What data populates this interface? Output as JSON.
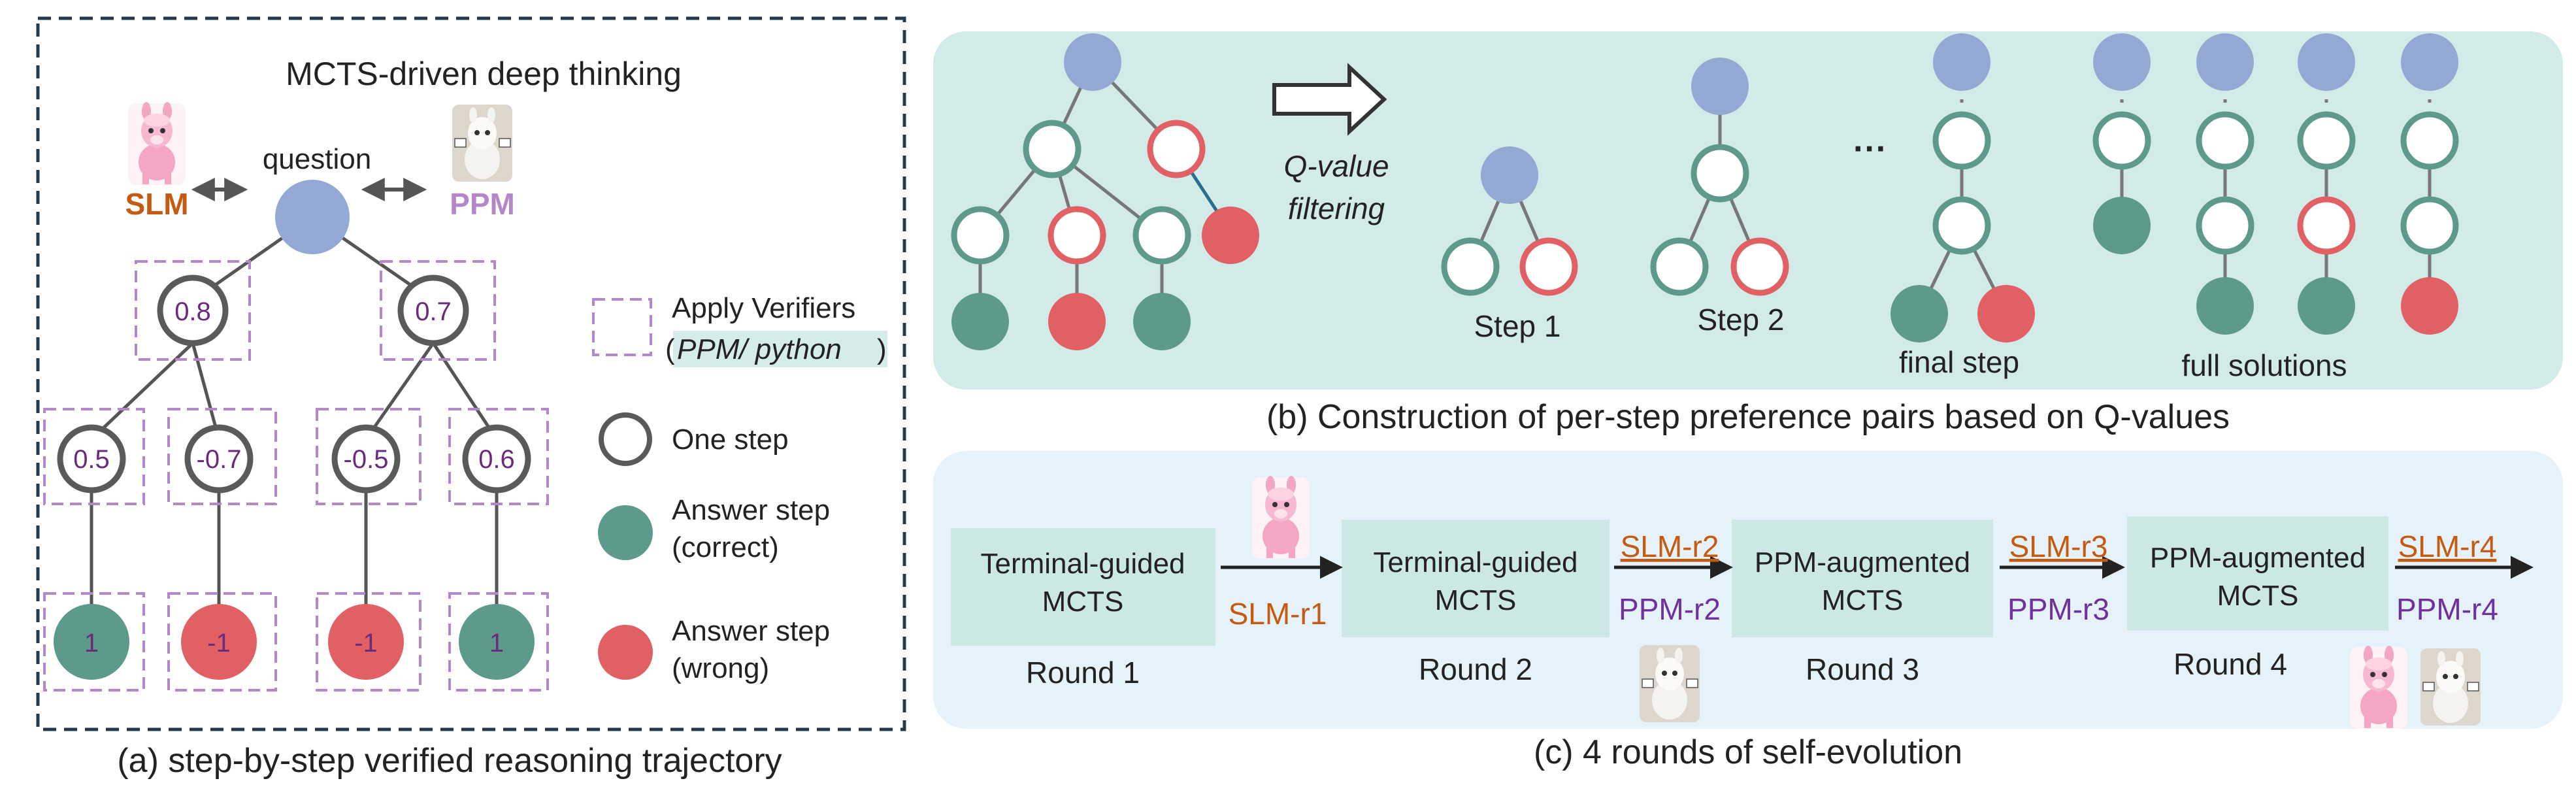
{
  "colors": {
    "root": "#93a9d3",
    "good": "#5e9a8c",
    "bad": "#e06064",
    "step_ring": "#5a5a5a",
    "verifier": "#b487c8",
    "value_text": "#6a2b7e",
    "panel_b_bg": "#d3ebe8",
    "panel_c_bg": "#e6f2fa",
    "box_fill": "#cbe8e4",
    "slm": "#c55a11",
    "ppm": "#7030a0",
    "python_hl": "#d5ecea"
  },
  "panel_a": {
    "title": "MCTS-driven deep thinking",
    "question": "question",
    "slm": "SLM",
    "ppm": "PPM",
    "level1_values": [
      "0.8",
      "0.7"
    ],
    "level2_values": [
      "0.5",
      "-0.7",
      "-0.5",
      "0.6"
    ],
    "leaf_values": [
      "1",
      "-1",
      "-1",
      "1"
    ],
    "legend": {
      "verifiers": "Apply Verifiers",
      "verifiers_sub_open": "(",
      "verifiers_sub": "PPM/ python",
      "verifiers_sub_close": ")",
      "one_step": "One step",
      "answer_correct_1": "Answer step",
      "answer_correct_2": "(correct)",
      "answer_wrong_1": "Answer step",
      "answer_wrong_2": "(wrong)"
    },
    "caption": "(a) step-by-step verified reasoning trajectory"
  },
  "panel_b": {
    "filter_line1": "Q-value",
    "filter_line2": "filtering",
    "step1": "Step 1",
    "step2": "Step 2",
    "ellipsis": "···",
    "final_step": "final step",
    "full_solutions": "full solutions",
    "caption": "(b) Construction of per-step preference pairs based on Q-values"
  },
  "panel_c": {
    "boxes": [
      {
        "line1": "Terminal-guided",
        "line2": "MCTS",
        "round": "Round 1"
      },
      {
        "line1": "Terminal-guided",
        "line2": "MCTS",
        "round": "Round 2"
      },
      {
        "line1": "PPM-augmented",
        "line2": "MCTS",
        "round": "Round 3"
      },
      {
        "line1": "PPM-augmented",
        "line2": "MCTS",
        "round": "Round 4"
      }
    ],
    "arrow1": {
      "slm": "SLM-r1"
    },
    "arrow2": {
      "slm": "SLM-r2",
      "ppm": "PPM-r2"
    },
    "arrow3": {
      "slm": "SLM-r3",
      "ppm": "PPM-r3"
    },
    "arrow4": {
      "slm": "SLM-r4",
      "ppm": "PPM-r4"
    },
    "caption": "(c) 4 rounds of self-evolution"
  },
  "icons": [
    "llama-slm-icon",
    "llama-ppm-icon"
  ]
}
